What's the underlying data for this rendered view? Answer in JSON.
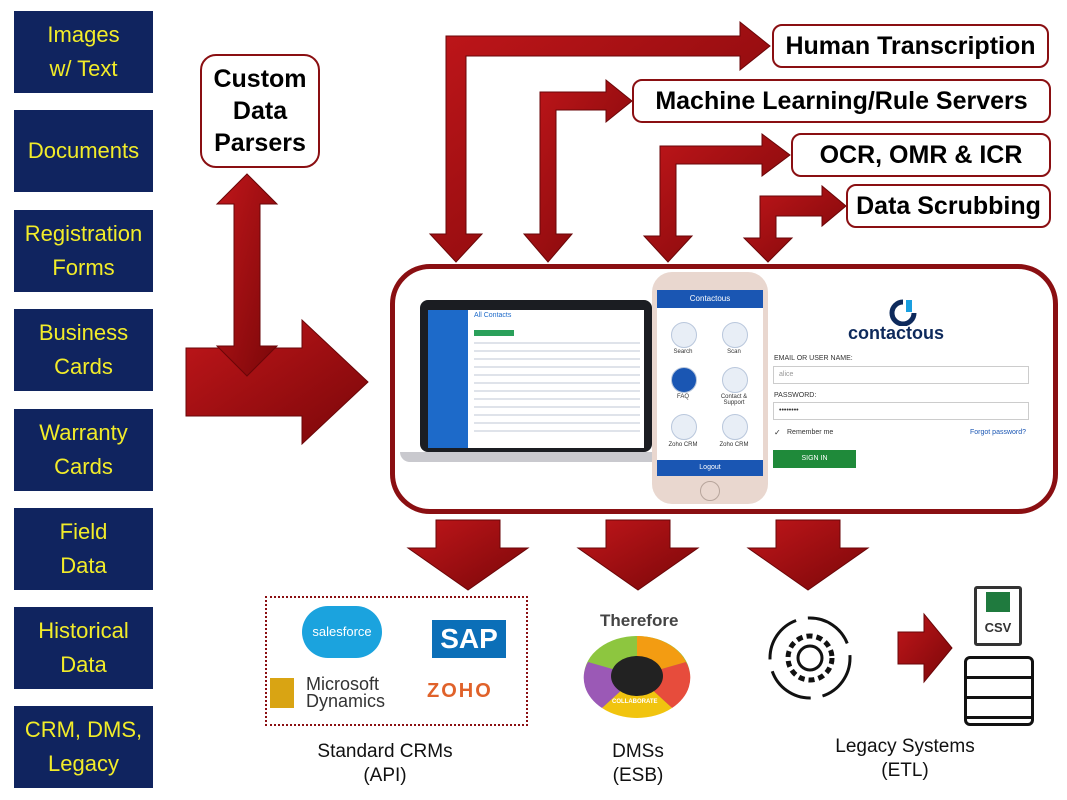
{
  "sources": [
    "Images\nw/ Text",
    "Documents",
    "Registration\nForms",
    "Business\nCards",
    "Warranty\nCards",
    "Field\nData",
    "Historical\nData",
    "CRM, DMS,\nLegacy"
  ],
  "parser": "Custom\nData\nParsers",
  "services": [
    "Human Transcription",
    "Machine Learning/Rule Servers",
    "OCR, OMR & ICR",
    "Data Scrubbing"
  ],
  "app": {
    "brand": "contactous",
    "laptop_title": "All Contacts",
    "phone_title": "Contactous",
    "phone_items": [
      "Search",
      "Scan",
      "FAQ",
      "Contact & Support",
      "Zoho CRM",
      "Zoho CRM"
    ],
    "phone_footer": "Logout",
    "login_user_label": "EMAIL OR USER NAME:",
    "login_user_value": "alice",
    "login_pass_label": "PASSWORD:",
    "login_pass_value": "••••••••",
    "remember": "Remember me",
    "forgot": "Forgot password?",
    "signin": "SIGN IN"
  },
  "outputs": {
    "crm": {
      "caption": "Standard CRMs\n(API)",
      "logos": [
        "salesforce",
        "SAP",
        "Microsoft\nDynamics",
        "ZOHO"
      ]
    },
    "dms": {
      "caption": "DMSs\n(ESB)",
      "logo": "Therefore",
      "wheel_center": "COLLABORATE"
    },
    "legacy": {
      "caption": "Legacy Systems\n(ETL)",
      "file": "CSV"
    }
  },
  "colors": {
    "navy": "#10245f",
    "yellow": "#f2ec29",
    "arrow": "#a30d10",
    "border": "#8a0f12"
  }
}
